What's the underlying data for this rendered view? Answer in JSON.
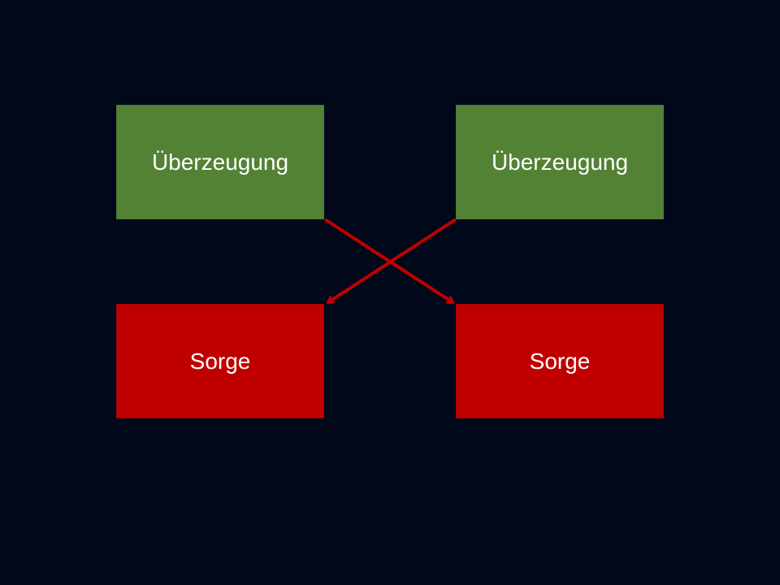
{
  "boxes": {
    "top_left": {
      "label": "Überzeugung",
      "color": "#548235"
    },
    "top_right": {
      "label": "Überzeugung",
      "color": "#548235"
    },
    "bottom_left": {
      "label": "Sorge",
      "color": "#C00000"
    },
    "bottom_right": {
      "label": "Sorge",
      "color": "#C00000"
    }
  },
  "connectors": {
    "color": "#C00000",
    "items": [
      {
        "from": "top_left",
        "to": "bottom_right"
      },
      {
        "from": "top_right",
        "to": "bottom_left"
      }
    ]
  },
  "background": "#000819"
}
